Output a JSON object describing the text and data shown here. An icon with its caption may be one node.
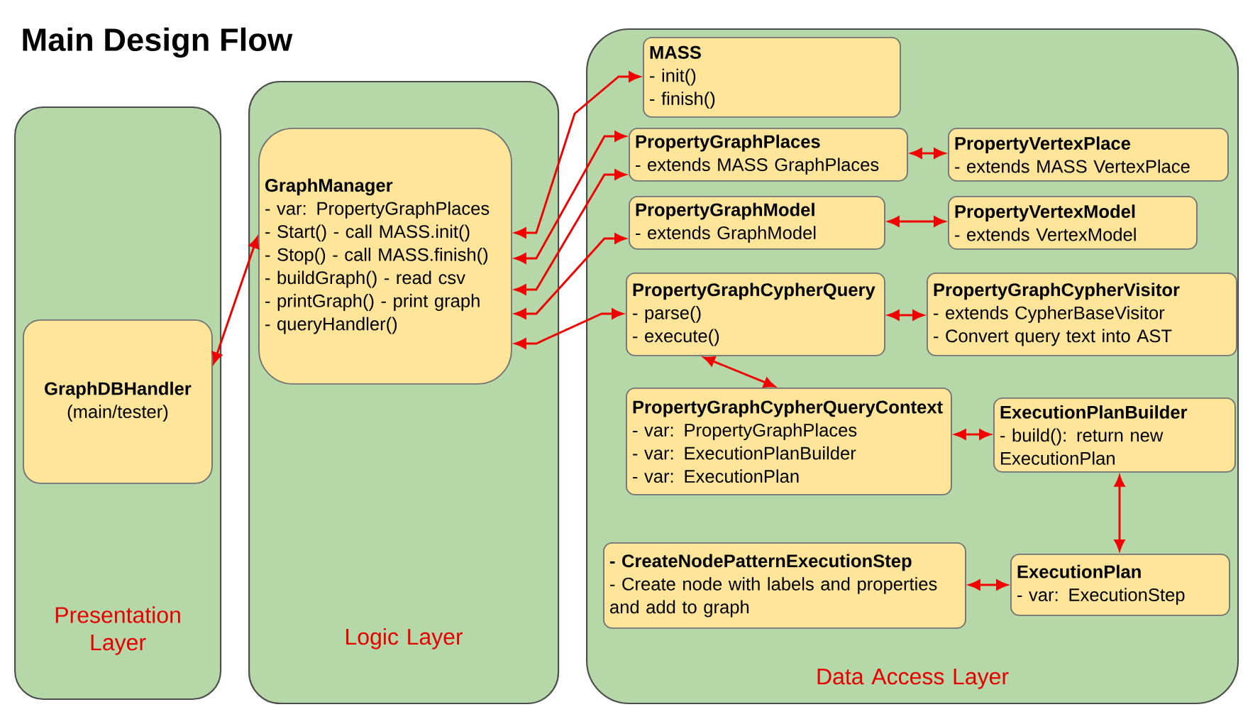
{
  "diagram": {
    "title": "Main Design Flow",
    "nodes": [
      {
        "text": [
          "Presentation Layer"
        ]
      },
      {
        "text": [
          "GraphDBHandler",
          "(main/tester)"
        ],
        "in": 0
      },
      {
        "text": [
          "Logic Layer"
        ]
      },
      {
        "text": [
          "GraphManager",
          "-  var: PropertyGraphPlaces",
          "-  Start() - call MASS.init()",
          "-  Stop() - call MASS.finish()",
          "-  buildGraph() - read csv",
          "-  printGraph() - print graph",
          "-  queryHandler()"
        ],
        "in": 2
      },
      {
        "text": [
          "Data Access Layer"
        ]
      },
      {
        "text": [
          "MASS",
          "-  init()",
          "-  finish()"
        ],
        "in": 4
      },
      {
        "text": [
          "PropertyGraphPlaces",
          "-  extends MASS GraphPlaces"
        ],
        "in": 4
      },
      {
        "text": [
          "PropertyVertexPlace",
          "- extends MASS VertexPlace"
        ],
        "in": 4
      },
      {
        "text": [
          "PropertyGraphModel",
          "- extends GraphModel"
        ],
        "in": 4
      },
      {
        "text": [
          "PropertyVertexModel",
          "- extends VertexModel"
        ],
        "in": 4
      },
      {
        "text": [
          "PropertyGraphCypherQuery",
          "- parse()",
          "- execute()"
        ],
        "in": 4
      },
      {
        "text": [
          "PropertyGraphCypherVisitor",
          "- extends CypherBaseVisitor",
          "- Convert query text into AST"
        ],
        "in": 4
      },
      {
        "text": [
          "PropertyGraphCypherQueryContext",
          "- var: PropertyGraphPlaces",
          "- var: ExecutionPlanBuilder",
          "- var: ExecutionPlan"
        ],
        "in": 4
      },
      {
        "text": [
          "ExecutionPlanBuilder",
          "- build(): return new ExecutionPlan"
        ],
        "in": 4
      },
      {
        "text": [
          "- CreateNodePatternExecutionStep",
          "- Create node with labels and properties and add to graph"
        ],
        "in": 4
      },
      {
        "text": [
          "ExecutionPlan",
          "- var: ExecutionStep"
        ],
        "in": 4
      }
    ],
    "edges": [
      {
        "from": 1,
        "to": 3,
        "arrow": "both"
      },
      {
        "from": 3,
        "to": 5,
        "arrow": "both"
      },
      {
        "from": 3,
        "to": 6,
        "arrow": "both"
      },
      {
        "from": 3,
        "to": 6,
        "arrow": "both"
      },
      {
        "from": 3,
        "to": 8,
        "arrow": "both"
      },
      {
        "from": 3,
        "to": 10,
        "arrow": "both"
      },
      {
        "from": 6,
        "to": 7,
        "arrow": "both"
      },
      {
        "from": 8,
        "to": 9,
        "arrow": "both"
      },
      {
        "from": 10,
        "to": 11,
        "arrow": "both"
      },
      {
        "from": 10,
        "to": 12,
        "arrow": "both"
      },
      {
        "from": 12,
        "to": 13,
        "arrow": "both"
      },
      {
        "from": 13,
        "to": 15,
        "arrow": "both"
      },
      {
        "from": 14,
        "to": 15,
        "arrow": "both"
      }
    ]
  }
}
